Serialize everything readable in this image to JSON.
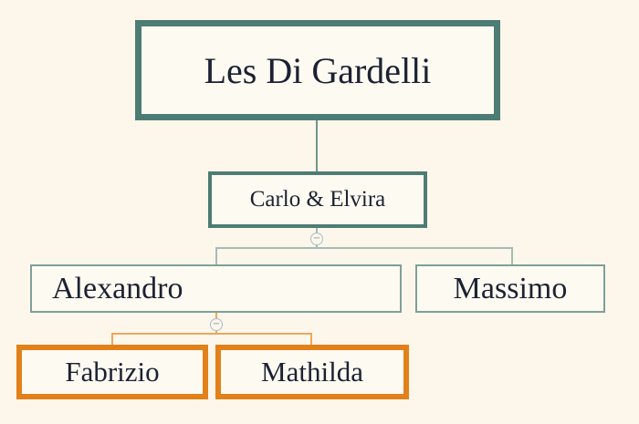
{
  "diagram": {
    "title_node": {
      "label": "Les Di Gardelli"
    },
    "generation2": {
      "label": "Carlo & Elvira"
    },
    "generation3": [
      {
        "label": "Alexandro"
      },
      {
        "label": "Massimo"
      }
    ],
    "generation4": [
      {
        "label": "Fabrizio"
      },
      {
        "label": "Mathilda"
      }
    ]
  },
  "icons": {
    "collapse": "−"
  },
  "colors": {
    "background": "#fcf7ea",
    "node_fill": "#fdfaf1",
    "teal_border_thick": "#4d7c74",
    "teal_border_thin": "#7fa099",
    "orange_border": "#e2811a",
    "connector_teal": "#6f948d",
    "connector_orange": "#efa65b",
    "text": "#1c2233"
  }
}
